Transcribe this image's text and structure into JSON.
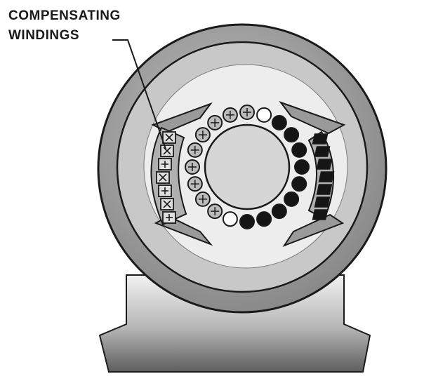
{
  "label": {
    "line1": "COMPENSATING",
    "line2": "WINDINGS"
  },
  "colors": {
    "housing_fill": "#9e9e9e",
    "stator_ring": "#c4c4c4",
    "inner_field": "#ececec",
    "rotor": "#d4d4d4",
    "base_fill": "#8f8f8f",
    "conductor_dark": "#151515",
    "conductor_light": "#bcbcbc",
    "outline": "#1a1a1a"
  },
  "rotor": {
    "conductors": [
      "dark",
      "dark",
      "dark",
      "dark",
      "dark",
      "dark",
      "dark",
      "dark",
      "dark",
      "open",
      "light",
      "light",
      "light",
      "light",
      "light",
      "light",
      "light",
      "light",
      "light",
      "open"
    ]
  },
  "compensating_windings": {
    "left_slots": [
      "x",
      "x",
      "dot",
      "x",
      "dot",
      "x",
      "dot"
    ],
    "right_slots": [
      "dark",
      "dark",
      "dark",
      "dark",
      "dark",
      "dark",
      "dark"
    ]
  }
}
